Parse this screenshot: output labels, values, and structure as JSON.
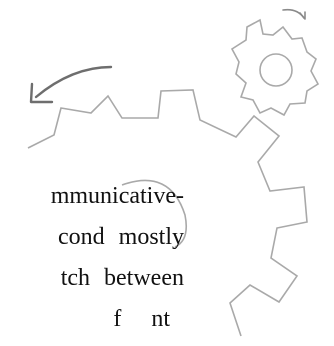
{
  "colors": {
    "gear_stroke": "#a9a9a9",
    "arrow_stroke": "#6e6e6e",
    "text": "#111111",
    "background": "#ffffff"
  },
  "icons": {
    "large_gear": "gear-icon",
    "small_gear": "gear-icon",
    "curved_arrow": "curved-arrow-icon"
  },
  "text_lines": [
    "mmunicative-",
    [
      "cond",
      "mostly"
    ],
    [
      "tch",
      "between"
    ],
    [
      "f",
      "nt"
    ]
  ]
}
